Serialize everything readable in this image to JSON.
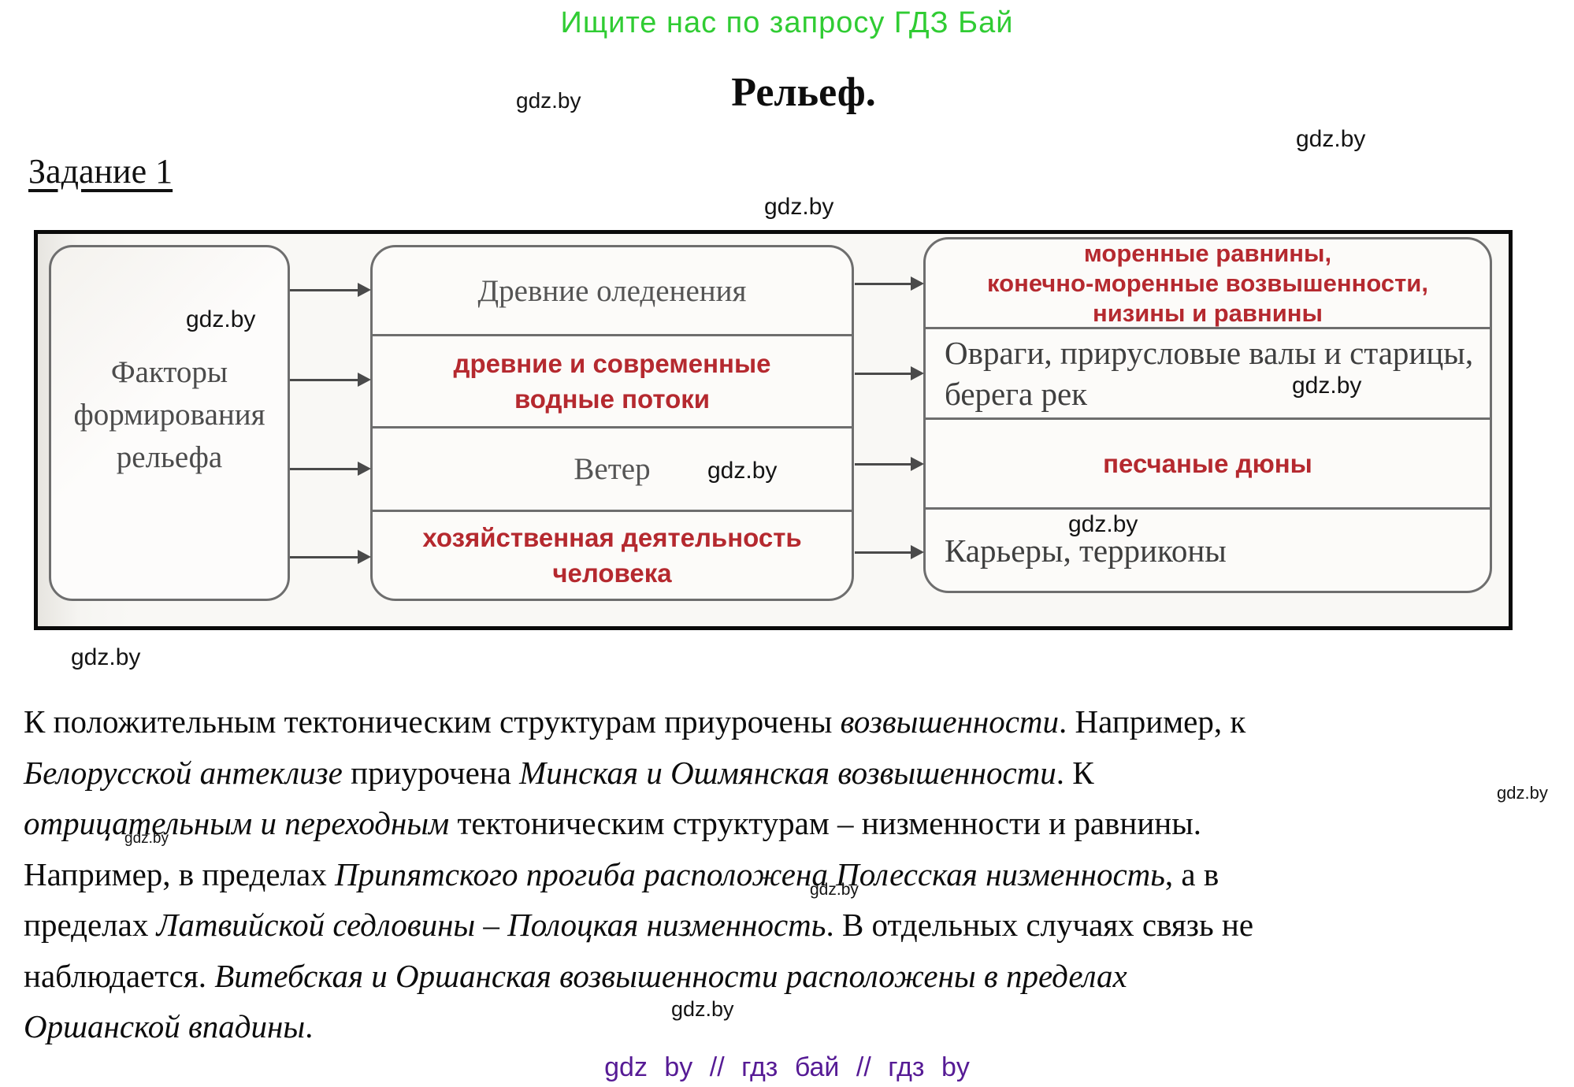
{
  "colors": {
    "accent_red": "#b5292f",
    "promo_green": "#30cc33",
    "footer_purple": "#561b95"
  },
  "watermark": "gdz.by",
  "header": {
    "promo": "Ищите нас по запросу ГДЗ Бай",
    "title": "Рельеф.",
    "task": "Задание 1"
  },
  "diagram": {
    "source": {
      "lines": [
        "Факторы",
        "формирования",
        "рельефа"
      ]
    },
    "factors": [
      {
        "lines": [
          "Древние оледенения"
        ]
      },
      {
        "lines": [
          "древние и современные",
          "водные потоки"
        ]
      },
      {
        "lines": [
          "Ветер"
        ]
      },
      {
        "lines": [
          "хозяйственная деятельность",
          "человека"
        ]
      }
    ],
    "landforms": [
      {
        "lines": [
          "моренные равнины,",
          "конечно-моренные возвышенности,",
          "низины и равнины"
        ]
      },
      {
        "lines": [
          "Овраги, прирусловые валы и старицы,",
          "берега рек"
        ]
      },
      {
        "lines": [
          "песчаные дюны"
        ]
      },
      {
        "lines": [
          "Карьеры, терриконы"
        ]
      }
    ]
  },
  "paragraph": {
    "lines": [
      [
        {
          "t": "К положительным тектоническим структурам приурочены ",
          "i": 0
        },
        {
          "t": "возвышенности",
          "i": 1
        },
        {
          "t": ". Например, к",
          "i": 0
        }
      ],
      [
        {
          "t": "Белорусской антеклизе",
          "i": 1
        },
        {
          "t": " приурочена ",
          "i": 0
        },
        {
          "t": "Минская и Ошмянская возвышенности",
          "i": 1
        },
        {
          "t": ". К",
          "i": 0
        }
      ],
      [
        {
          "t": "отрицательным и переходным",
          "i": 1
        },
        {
          "t": " тектоническим структурам – низменности и равнины.",
          "i": 0
        }
      ],
      [
        {
          "t": "Например, в пределах ",
          "i": 0
        },
        {
          "t": "Припятского прогиба расположена Полесская низменность",
          "i": 1
        },
        {
          "t": ", а в",
          "i": 0
        }
      ],
      [
        {
          "t": "пределах ",
          "i": 0
        },
        {
          "t": "Латвийской седловины – Полоцкая низменность",
          "i": 1
        },
        {
          "t": ". В отдельных случаях связь не",
          "i": 0
        }
      ],
      [
        {
          "t": "наблюдается. ",
          "i": 0
        },
        {
          "t": "Витебская и Оршанская возвышенности расположены в пределах",
          "i": 1
        }
      ],
      [
        {
          "t": "Оршанской впадины",
          "i": 1
        },
        {
          "t": ".",
          "i": 0
        }
      ]
    ]
  },
  "footer": {
    "tagline": "gdz by  //  гдз бай  //  гдз by"
  }
}
